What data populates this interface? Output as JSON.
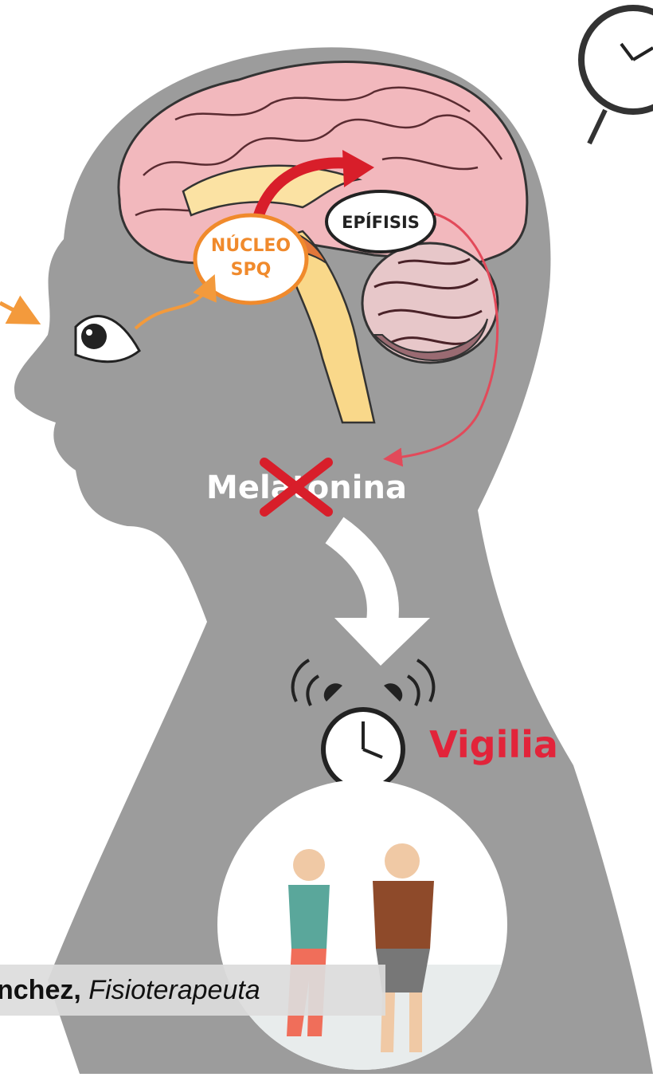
{
  "diagram": {
    "nucleus_label_line1": "NÚCLEO",
    "nucleus_label_line2": "SPQ",
    "pineal_label": "EPÍFISIS",
    "hormone_label": "Melatonina",
    "state_label": "Vigilia"
  },
  "caption": {
    "name": "nchez,",
    "role": "Fisioterapeuta"
  },
  "colors": {
    "head_silhouette": "#9c9c9c",
    "brain_cortex": "#f2b8bd",
    "nucleus_orange": "#f08a2c",
    "arrow_red": "#d81e2a",
    "vigilia_red": "#e2243a",
    "light_arrow_orange": "#f39a3c"
  }
}
